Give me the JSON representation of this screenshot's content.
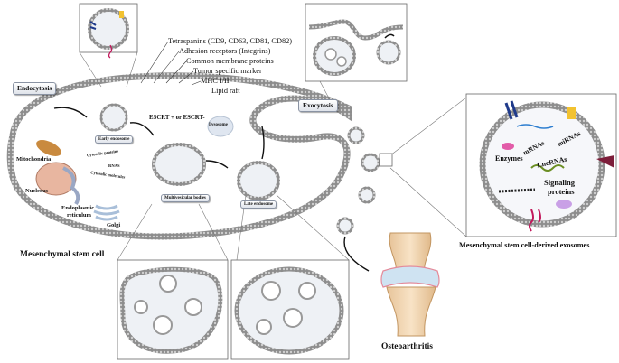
{
  "legend": {
    "tetraspanins": "Tetraspanins (CD9, CD63, CD81, CD82)",
    "adhesion": "Adhesion receptors (Integrins)",
    "membrane_proteins": "Common membrane proteins",
    "tumor_marker": "Tumor specific marker",
    "mhc": "MHC I/II",
    "lipid_raft": "Lipid raft"
  },
  "pathway": {
    "endocytosis": "Endocytosis",
    "exocytosis": "Exocytosis",
    "early_endosome": "Early endosome",
    "escrt": "ESCRT + or  ESCRT-",
    "lysosome": "Lysosome",
    "multivesicular_bodies": "Multivesicular bodies",
    "late_endosome": "Late endosome",
    "cargo_proteins": "Cytosolic proteins",
    "cargo_rnas": "RNAS",
    "cargo_molecules": "Cytosolic molecules"
  },
  "organelles": {
    "mitochondria": "Mitochondria",
    "nucleous": "Nucleous",
    "er_line1": "Endoplasmic",
    "er_line2": "reticulum",
    "golgi": "Golgi"
  },
  "cell_label": "Mesenchymal stem cell",
  "exosome_panel": {
    "mirnas_1": "mRNAs",
    "mirnas_2": "miRNAs",
    "enzymes": "Enzymes",
    "lncrnas": "LncRNAs",
    "signaling_1": "Signaling",
    "signaling_2": "proteins",
    "caption": "Mesenchymal stem cell-derived exosomes"
  },
  "disease": "Osteoarthritis",
  "colors": {
    "membrane": "#8d8d8d",
    "membrane_dots": "#c9c9c9",
    "tetraspanin": "#f2c230",
    "integrin": "#1f3a8a",
    "marker": "#c2185b",
    "mhc": "#b0286e",
    "lipid_raft": "#e7d27a",
    "vesicle_fill": "#eef1f5",
    "lysosome": "#dfe6f0",
    "mitochondria": "#c98a3f",
    "nucleus": "#e8b6a0",
    "er": "#9aa7c4",
    "golgi": "#a9bfd9",
    "bone": "#f4d9b6",
    "cartilage": "#cfe3f2"
  }
}
